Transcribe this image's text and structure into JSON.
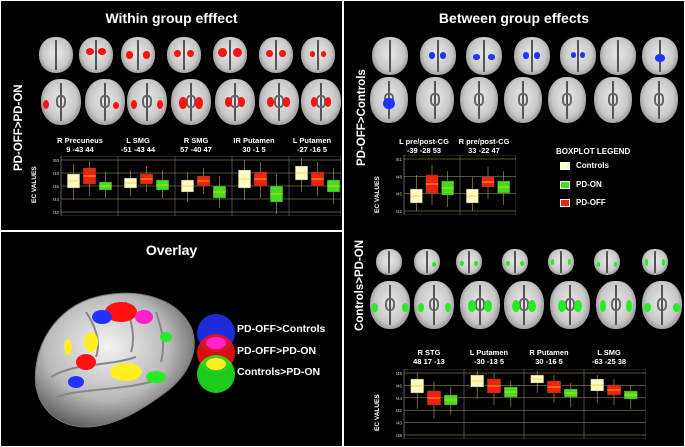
{
  "panels": {
    "within": {
      "title": "Within group efffect",
      "row_label": "PD-OFF>PD-ON",
      "y_axis_label": "EC VALUES",
      "y_ticks": [
        "0.0050",
        "0.0048",
        "0.0046",
        "0.0044",
        "0.0042"
      ],
      "columns": [
        {
          "name": "R Precuneus",
          "coords": "9 -43 44"
        },
        {
          "name": "L SMG",
          "coords": "-51 -43 44"
        },
        {
          "name": "R SMG",
          "coords": "57 -40 47"
        },
        {
          "name": "IR Putamen",
          "coords": "30 -1 5"
        },
        {
          "name": "L Putamen",
          "coords": "-27 -16 5"
        }
      ]
    },
    "between": {
      "title": "Between group effects",
      "row1_label": "PD-OFF>Controls",
      "row2_label": "Controls>PD-ON",
      "y_axis_label": "EC VALUES",
      "y_ticks_top": [
        "0.0051",
        "0.0048",
        "0.0045",
        "0.0042"
      ],
      "y_ticks_bottom": [
        "0.0048",
        "0.0046",
        "0.0044",
        "0.0042",
        "0.0040",
        "0.0038"
      ],
      "columns_top": [
        {
          "name": "L pre/post-CG",
          "coords": "-39 -28 53"
        },
        {
          "name": "R pre/post-CG",
          "coords": "33 -22 47"
        }
      ],
      "columns_bottom": [
        {
          "name": "R STG",
          "coords": "48 17 -13"
        },
        {
          "name": "L Putamen",
          "coords": "-30 -13 5"
        },
        {
          "name": "R Putamen",
          "coords": "30 -16 5"
        },
        {
          "name": "L SMG",
          "coords": "-63 -25 38"
        }
      ],
      "legend": {
        "title": "BOXPLOT LEGEND",
        "items": [
          {
            "label": "Controls",
            "color": "#fffbc8"
          },
          {
            "label": "PD-ON",
            "color": "#44dd22"
          },
          {
            "label": "PD-OFF",
            "color": "#ee2211"
          }
        ]
      }
    },
    "overlay": {
      "title": "Overlay",
      "items": [
        {
          "label": "PD-OFF>Controls",
          "color": "#2233ff"
        },
        {
          "label": "PD-OFF>PD-ON",
          "color": "#ff1111"
        },
        {
          "label": "Controls>PD-ON",
          "color": "#22ee22"
        }
      ]
    }
  }
}
